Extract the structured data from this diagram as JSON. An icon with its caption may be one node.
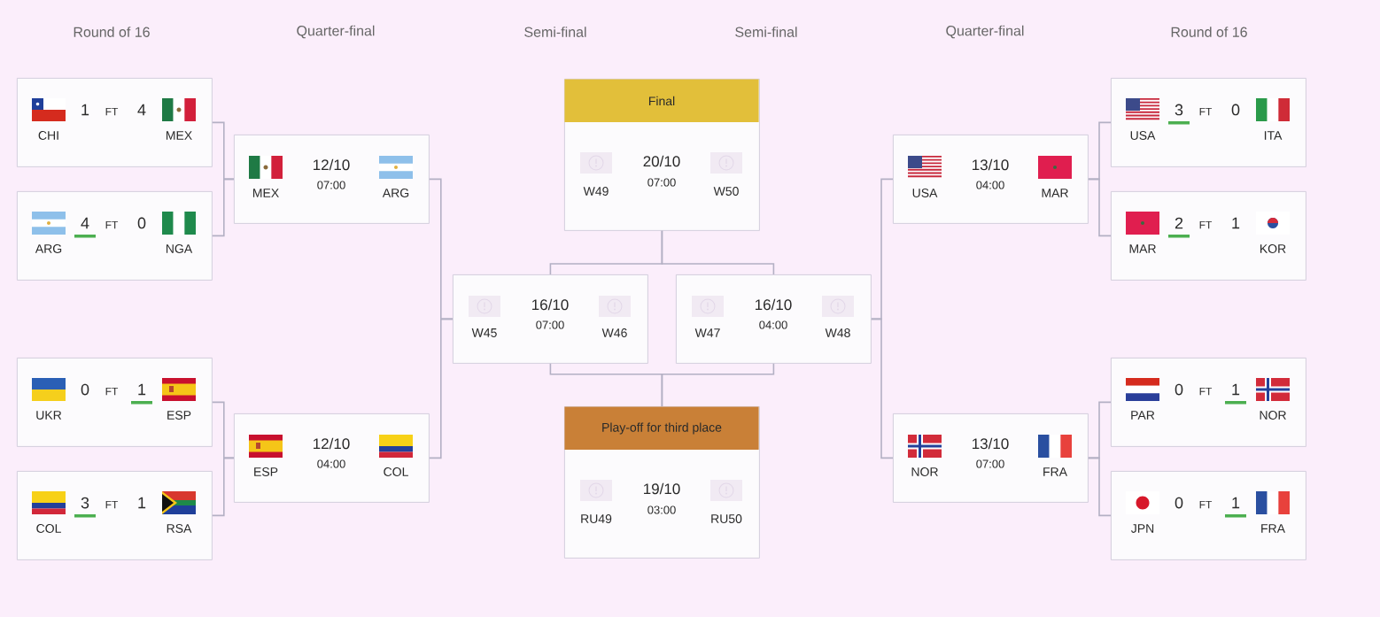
{
  "diagram": {
    "nodes": [
      {
        "text": [
          "CHI",
          "1",
          "FT",
          "4",
          "MEX"
        ]
      },
      {
        "text": [
          "ARG",
          "4",
          "FT",
          "0",
          "NGA"
        ]
      },
      {
        "text": [
          "MEX",
          "12/10",
          "07:00",
          "ARG"
        ]
      },
      {
        "text": [
          "UKR",
          "0",
          "FT",
          "1",
          "ESP"
        ]
      },
      {
        "text": [
          "COL",
          "3",
          "FT",
          "1",
          "RSA"
        ]
      },
      {
        "text": [
          "ESP",
          "12/10",
          "04:00",
          "COL"
        ]
      },
      {
        "text": [
          "Final",
          "W49",
          "20/10",
          "07:00",
          "W50"
        ]
      },
      {
        "text": [
          "W45",
          "16/10",
          "07:00",
          "W46"
        ]
      },
      {
        "text": [
          "W47",
          "16/10",
          "04:00",
          "W48"
        ]
      },
      {
        "text": [
          "Play-off for third place",
          "RU49",
          "19/10",
          "03:00",
          "RU50"
        ]
      },
      {
        "text": [
          "USA",
          "13/10",
          "04:00",
          "MAR"
        ]
      },
      {
        "text": [
          "USA",
          "3",
          "FT",
          "0",
          "ITA"
        ]
      },
      {
        "text": [
          "MAR",
          "2",
          "FT",
          "1",
          "KOR"
        ]
      },
      {
        "text": [
          "NOR",
          "13/10",
          "07:00",
          "FRA"
        ]
      },
      {
        "text": [
          "PAR",
          "0",
          "FT",
          "1",
          "NOR"
        ]
      },
      {
        "text": [
          "JPN",
          "0",
          "FT",
          "1",
          "FRA"
        ]
      }
    ],
    "edges": [
      {
        "from": 0,
        "to": 2,
        "arrow": "none"
      },
      {
        "from": 1,
        "to": 2,
        "arrow": "none"
      },
      {
        "from": 3,
        "to": 5,
        "arrow": "none"
      },
      {
        "from": 4,
        "to": 5,
        "arrow": "none"
      },
      {
        "from": 2,
        "to": 7,
        "arrow": "none"
      },
      {
        "from": 5,
        "to": 7,
        "arrow": "none"
      },
      {
        "from": 7,
        "to": 6,
        "arrow": "none"
      },
      {
        "from": 8,
        "to": 6,
        "arrow": "none"
      },
      {
        "from": 7,
        "to": 9,
        "arrow": "none"
      },
      {
        "from": 8,
        "to": 9,
        "arrow": "none"
      },
      {
        "from": 10,
        "to": 8,
        "arrow": "none"
      },
      {
        "from": 13,
        "to": 8,
        "arrow": "none"
      },
      {
        "from": 11,
        "to": 10,
        "arrow": "none"
      },
      {
        "from": 12,
        "to": 10,
        "arrow": "none"
      },
      {
        "from": 14,
        "to": 13,
        "arrow": "none"
      },
      {
        "from": 15,
        "to": 13,
        "arrow": "none"
      }
    ],
    "labels": [
      "Round of 16",
      "Quarter-final",
      "Semi-final",
      "Semi-final",
      "Quarter-final",
      "Round of 16"
    ]
  }
}
